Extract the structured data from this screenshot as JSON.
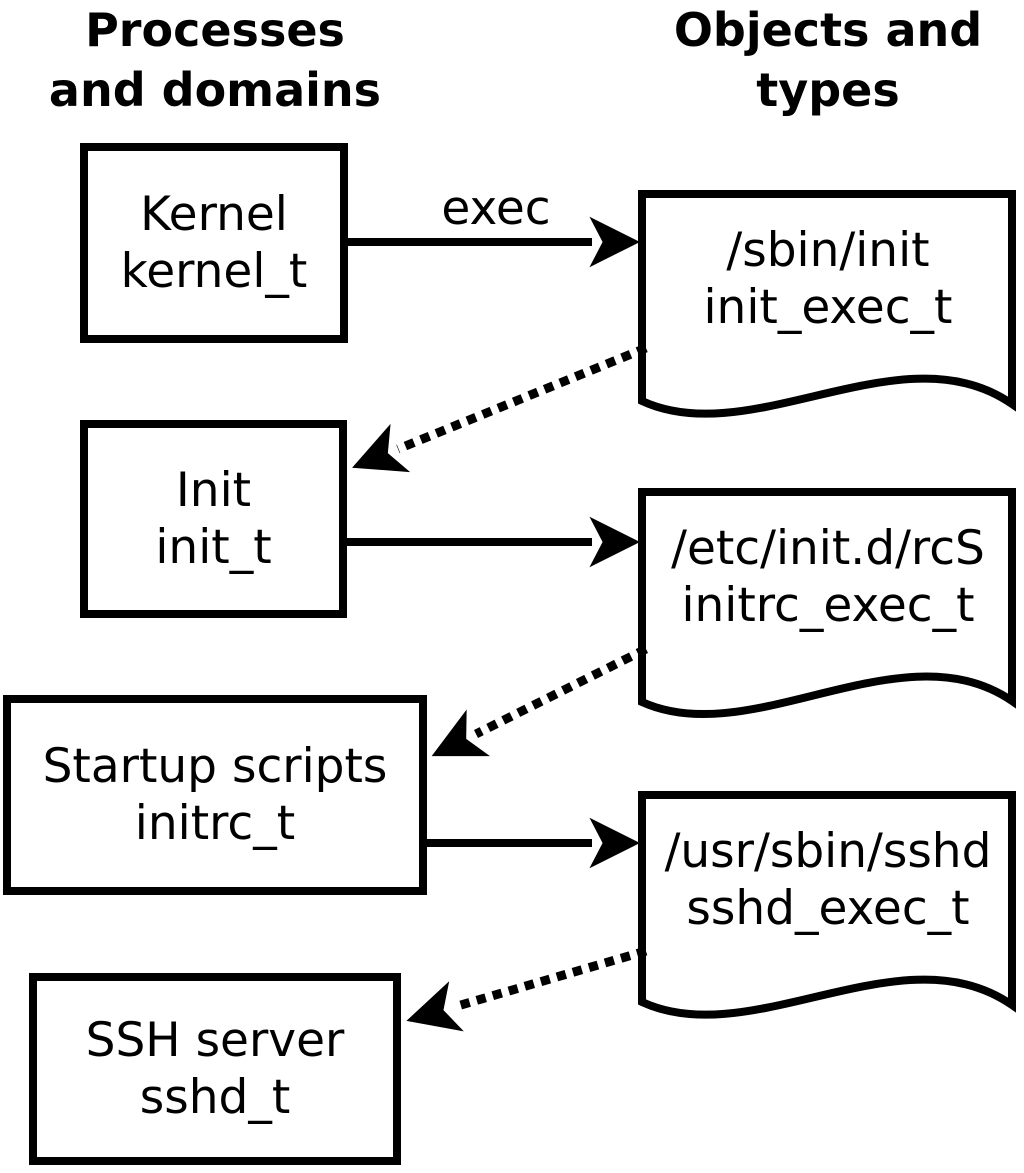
{
  "colors": {
    "ink": "#000000",
    "paper": "#ffffff"
  },
  "headers": {
    "left": {
      "line1": "Processes",
      "line2": "and domains"
    },
    "right": {
      "line1": "Objects and",
      "line2": "types"
    }
  },
  "nodes": {
    "processes": [
      {
        "label": "Kernel",
        "domain": "kernel_t"
      },
      {
        "label": "Init",
        "domain": "init_t"
      },
      {
        "label": "Startup scripts",
        "domain": "initrc_t"
      },
      {
        "label": "SSH server",
        "domain": "sshd_t"
      }
    ],
    "objects": [
      {
        "path": "/sbin/init",
        "type": "init_exec_t"
      },
      {
        "path": "/etc/init.d/rcS",
        "type": "initrc_exec_t"
      },
      {
        "path": "/usr/sbin/sshd",
        "type": "sshd_exec_t"
      }
    ]
  },
  "edges": [
    {
      "from": "Kernel (kernel_t)",
      "to": "/sbin/init",
      "label": "exec",
      "style": "solid"
    },
    {
      "from": "/sbin/init",
      "to": "Init (init_t)",
      "label": "",
      "style": "dotted"
    },
    {
      "from": "Init (init_t)",
      "to": "/etc/init.d/rcS",
      "label": "",
      "style": "solid"
    },
    {
      "from": "/etc/init.d/rcS",
      "to": "Startup scripts (initrc_t)",
      "label": "",
      "style": "dotted"
    },
    {
      "from": "Startup scripts (initrc_t)",
      "to": "/usr/sbin/sshd",
      "label": "",
      "style": "solid"
    },
    {
      "from": "/usr/sbin/sshd",
      "to": "SSH server (sshd_t)",
      "label": "",
      "style": "dotted"
    }
  ]
}
